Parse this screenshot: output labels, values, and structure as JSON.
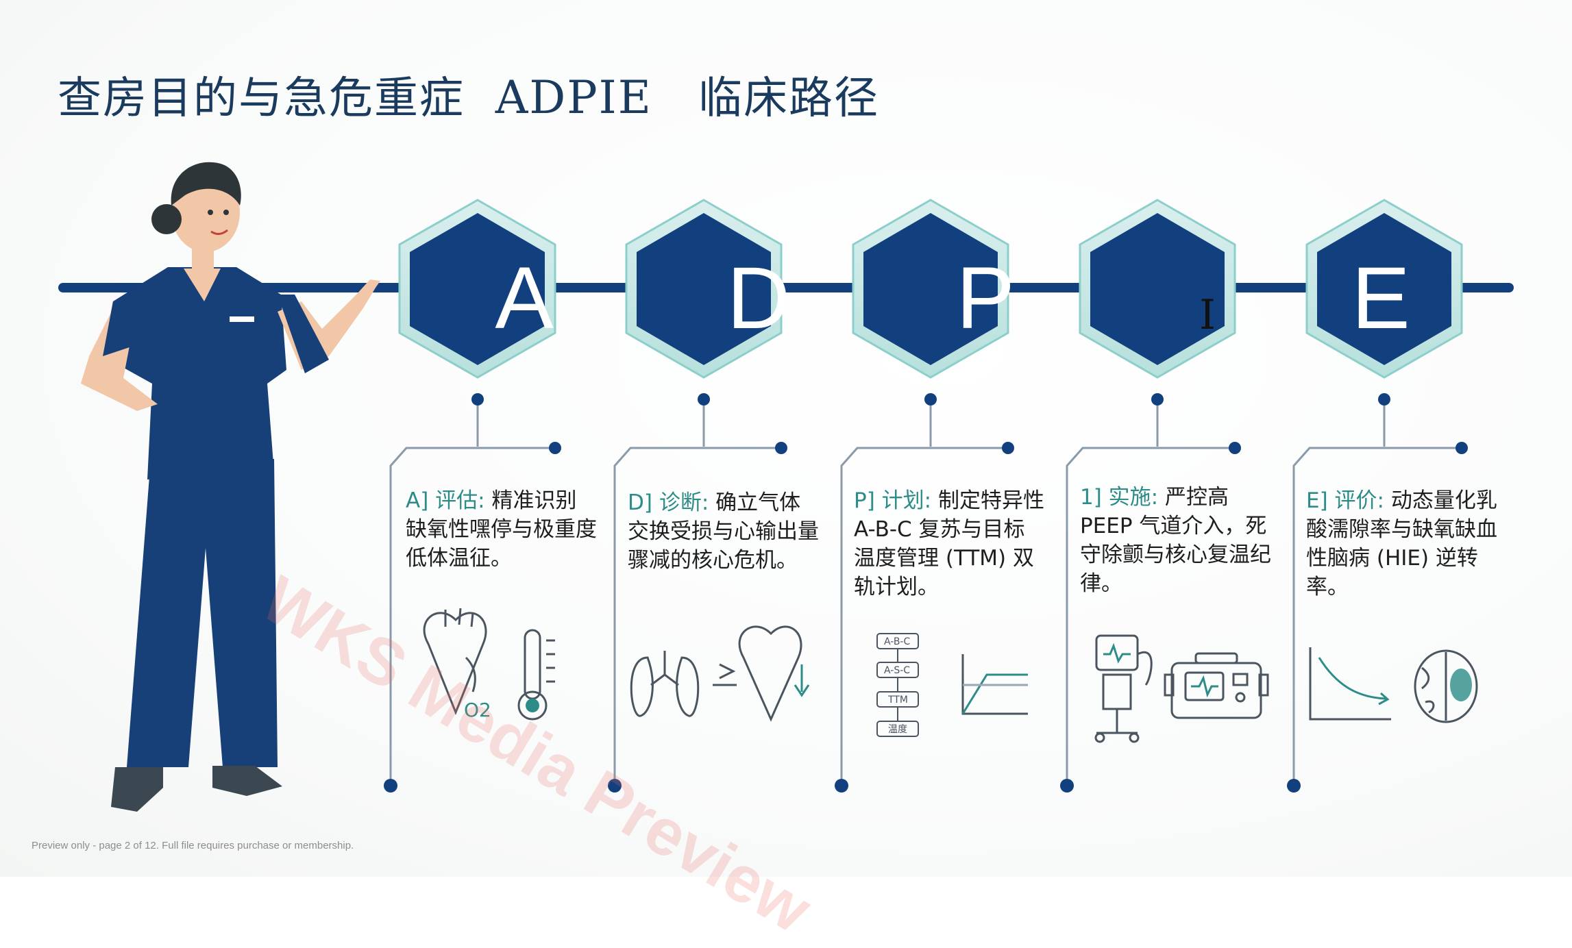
{
  "page": {
    "title_cn1": "查房目的与急危重症",
    "title_latin": "ADPIE",
    "title_cn2": "临床路径"
  },
  "steps": [
    {
      "letter": "A",
      "label": "A] 评估:",
      "text": "精准识别缺氧性嘿停与极重度低体温征。"
    },
    {
      "letter": "D",
      "label": "D] 诊断:",
      "text": "确立气体交换受损与心输出量骤减的核心危机。"
    },
    {
      "letter": "P",
      "label": "P] 计划:",
      "text": "制定特异性 A-B-C 复苏与目标温度管理 (TTM) 双轨计划。"
    },
    {
      "letter": "I",
      "label": "1] 实施:",
      "text": "严控高 PEEP 气道介入，死守除颤与核心复温纪律。"
    },
    {
      "letter": "E",
      "label": "E] 评价:",
      "text": "动态量化乳酸濡隙率与缺氧缺血性脑病 (HIE) 逆转率。"
    }
  ],
  "icons": {
    "o2_label": "O2",
    "flow_labels": [
      "A-B-C",
      "A-S-C",
      "TTM",
      "温度"
    ],
    "names": [
      "heart-o2-icon",
      "thermometer-icon",
      "lungs-icon",
      "heart-arrow-icon",
      "flowchart-icon",
      "temperature-curve-icon",
      "ventilator-icon",
      "defibrillator-icon",
      "decline-chart-icon",
      "brain-icon"
    ]
  },
  "watermark": "WKS Media Preview",
  "footer": "Preview only - page 2 of 12. Full file requires purchase or membership.",
  "colors": {
    "navy": "#123f7e",
    "teal": "#9fd6d2",
    "accent_text": "#2c8c88",
    "title": "#1a3a5e"
  }
}
